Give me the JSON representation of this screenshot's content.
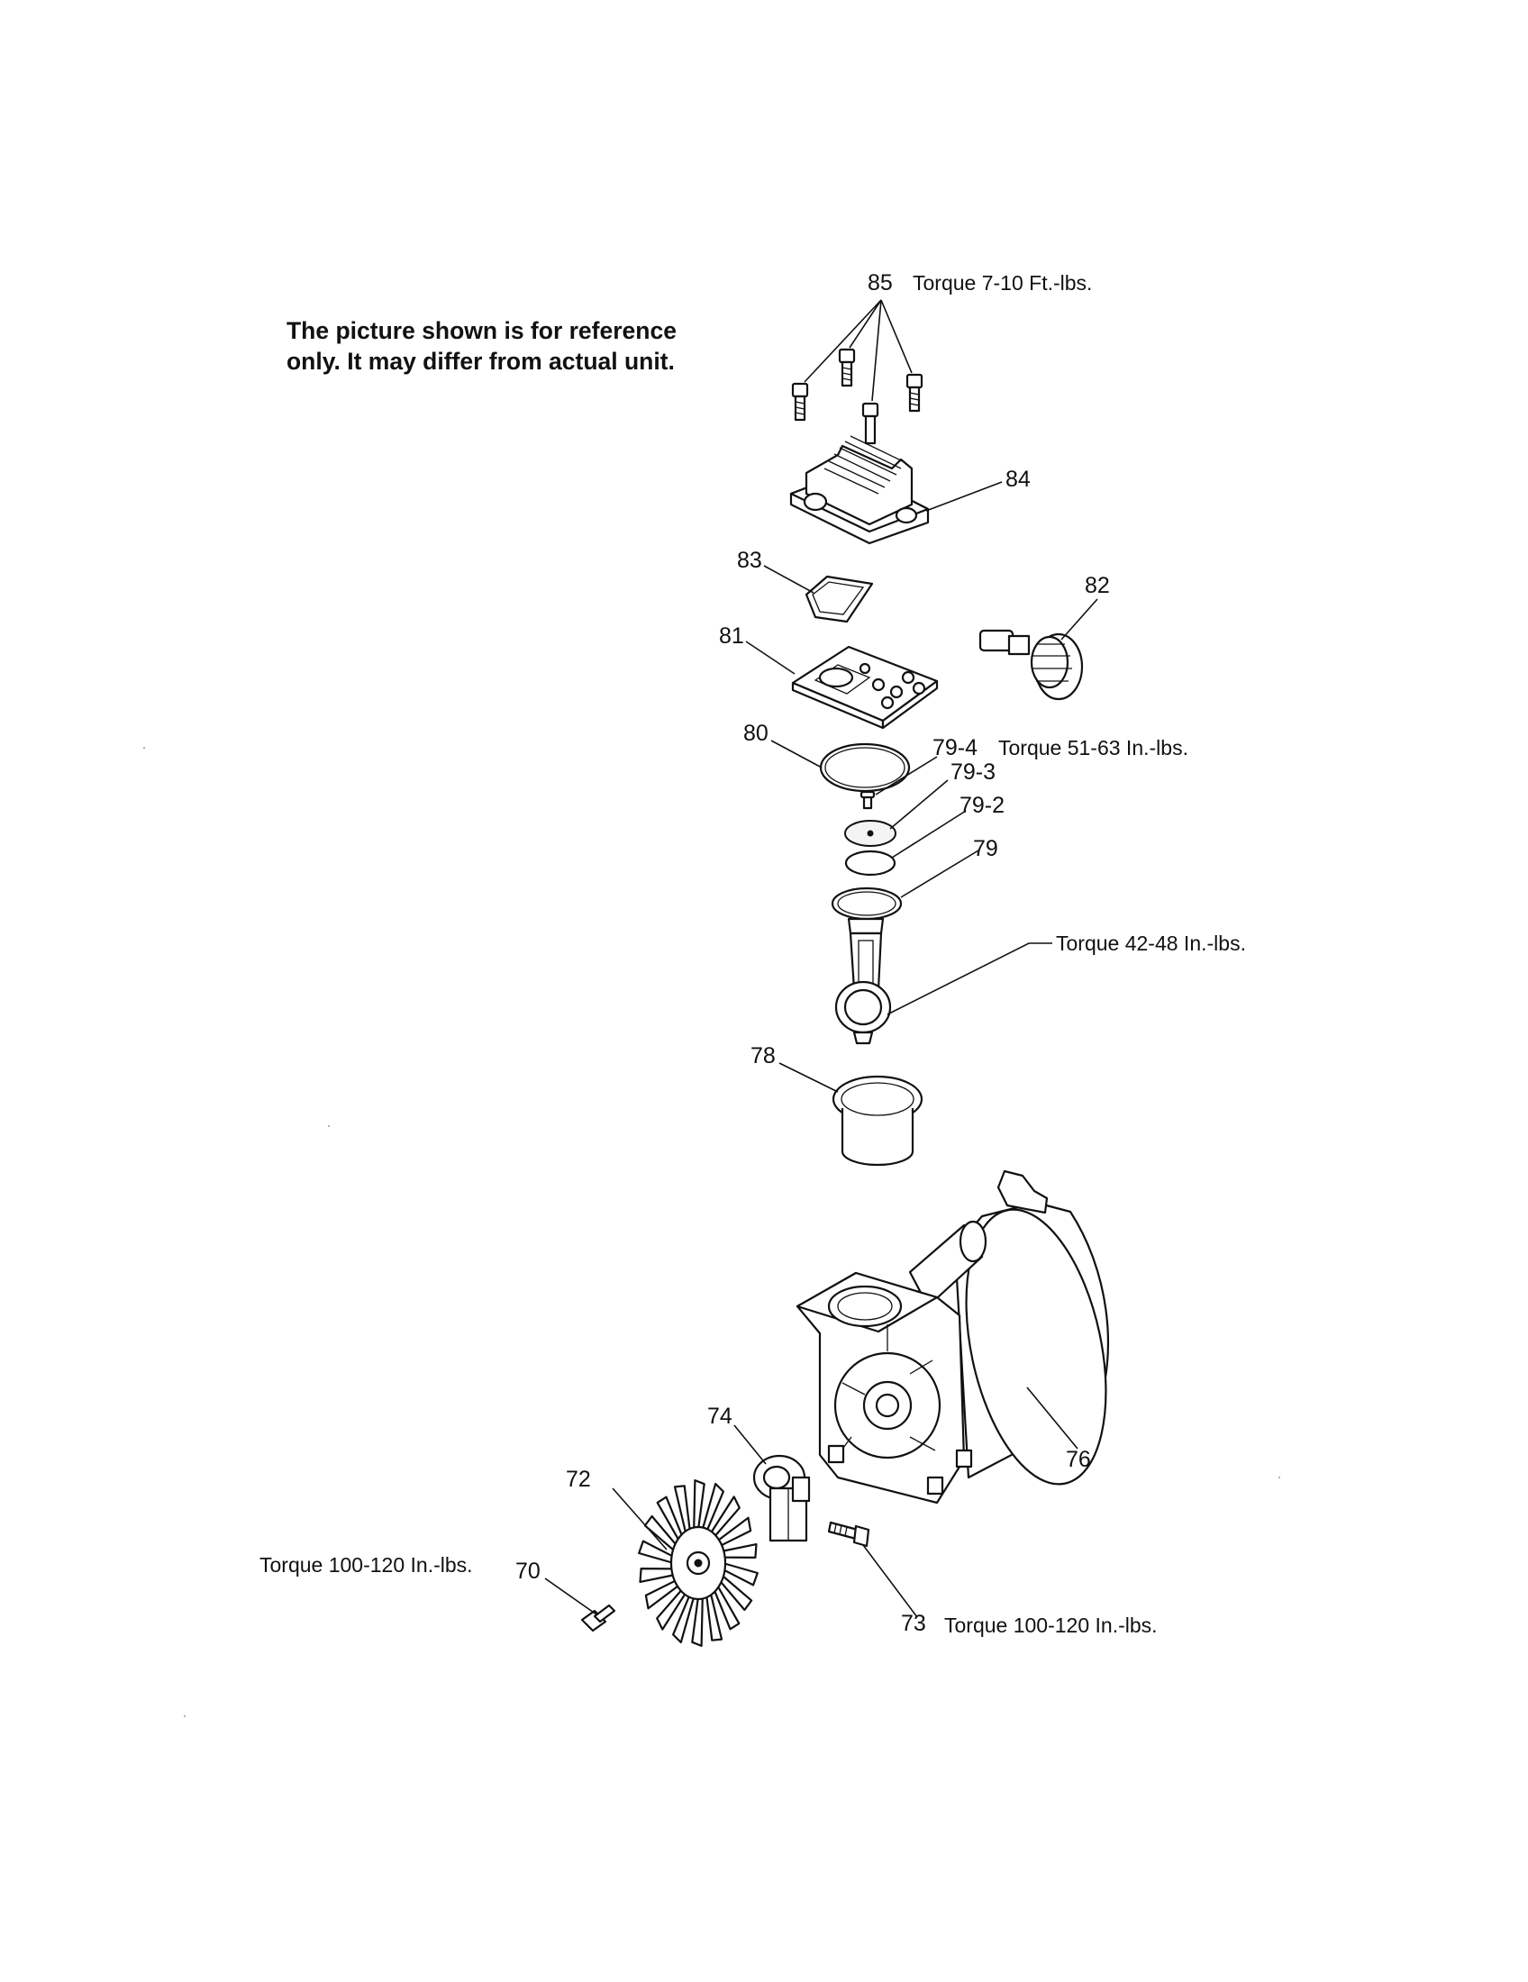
{
  "note": "The picture shown is for reference only. It may differ from actual unit.",
  "parts": [
    {
      "id": "p85",
      "number": "85",
      "torque": "Torque 7-10 Ft.-lbs."
    },
    {
      "id": "p84",
      "number": "84"
    },
    {
      "id": "p83",
      "number": "83"
    },
    {
      "id": "p82",
      "number": "82"
    },
    {
      "id": "p81",
      "number": "81"
    },
    {
      "id": "p80",
      "number": "80"
    },
    {
      "id": "p79_4",
      "number": "79-4",
      "torque": "Torque 51-63 In.-lbs."
    },
    {
      "id": "p79_3",
      "number": "79-3"
    },
    {
      "id": "p79_2",
      "number": "79-2"
    },
    {
      "id": "p79",
      "number": "79"
    },
    {
      "id": "rod",
      "torque": "Torque 42-48 In.-lbs."
    },
    {
      "id": "p78",
      "number": "78"
    },
    {
      "id": "p76",
      "number": "76"
    },
    {
      "id": "p74",
      "number": "74"
    },
    {
      "id": "p72",
      "number": "72"
    },
    {
      "id": "p70",
      "number": "70",
      "torque": "Torque 100-120 In.-lbs."
    },
    {
      "id": "p73",
      "number": "73",
      "torque": "Torque 100-120 In.-lbs."
    }
  ]
}
